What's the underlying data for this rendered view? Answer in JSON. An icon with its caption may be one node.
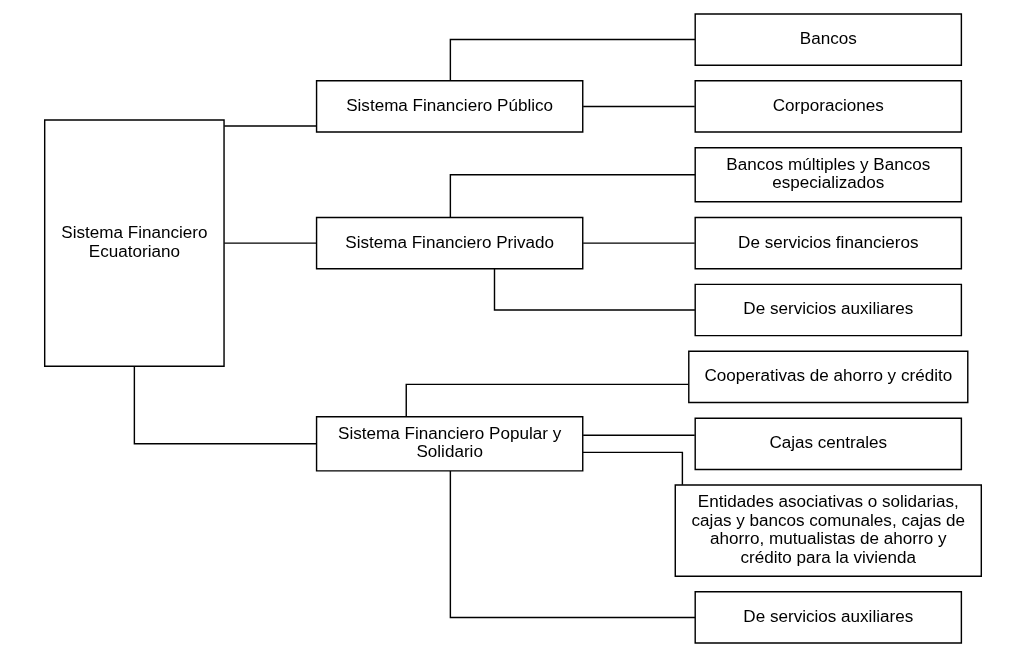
{
  "diagram": {
    "nodes": [
      {
        "text": [
          "Sistema Financiero Ecuatoriano"
        ]
      },
      {
        "text": [
          "Sistema Financiero Público"
        ]
      },
      {
        "text": [
          "Bancos"
        ]
      },
      {
        "text": [
          "Corporaciones"
        ]
      },
      {
        "text": [
          "Sistema Financiero Privado"
        ]
      },
      {
        "text": [
          "Bancos múltiples y Bancos especializados"
        ]
      },
      {
        "text": [
          "De servicios financieros"
        ]
      },
      {
        "text": [
          "De servicios auxiliares"
        ]
      },
      {
        "text": [
          "Sistema Financiero Popular y Solidario"
        ]
      },
      {
        "text": [
          "Cooperativas de ahorro y crédito"
        ]
      },
      {
        "text": [
          "Cajas centrales"
        ]
      },
      {
        "text": [
          "Entidades asociativas o solidarias, cajas y bancos comunales, cajas de ahorro, mutualistas de ahorro y crédito para la vivienda"
        ]
      },
      {
        "text": [
          "De servicios auxiliares"
        ]
      }
    ],
    "edges": [
      {
        "from": 0,
        "to": 1,
        "arrow": "none"
      },
      {
        "from": 0,
        "to": 4,
        "arrow": "none"
      },
      {
        "from": 0,
        "to": 8,
        "arrow": "none"
      },
      {
        "from": 1,
        "to": 2,
        "arrow": "none"
      },
      {
        "from": 1,
        "to": 3,
        "arrow": "none"
      },
      {
        "from": 4,
        "to": 5,
        "arrow": "none"
      },
      {
        "from": 4,
        "to": 6,
        "arrow": "none"
      },
      {
        "from": 4,
        "to": 7,
        "arrow": "none"
      },
      {
        "from": 8,
        "to": 9,
        "arrow": "none"
      },
      {
        "from": 8,
        "to": 10,
        "arrow": "none"
      },
      {
        "from": 8,
        "to": 11,
        "arrow": "none"
      },
      {
        "from": 8,
        "to": 12,
        "arrow": "none"
      }
    ]
  }
}
